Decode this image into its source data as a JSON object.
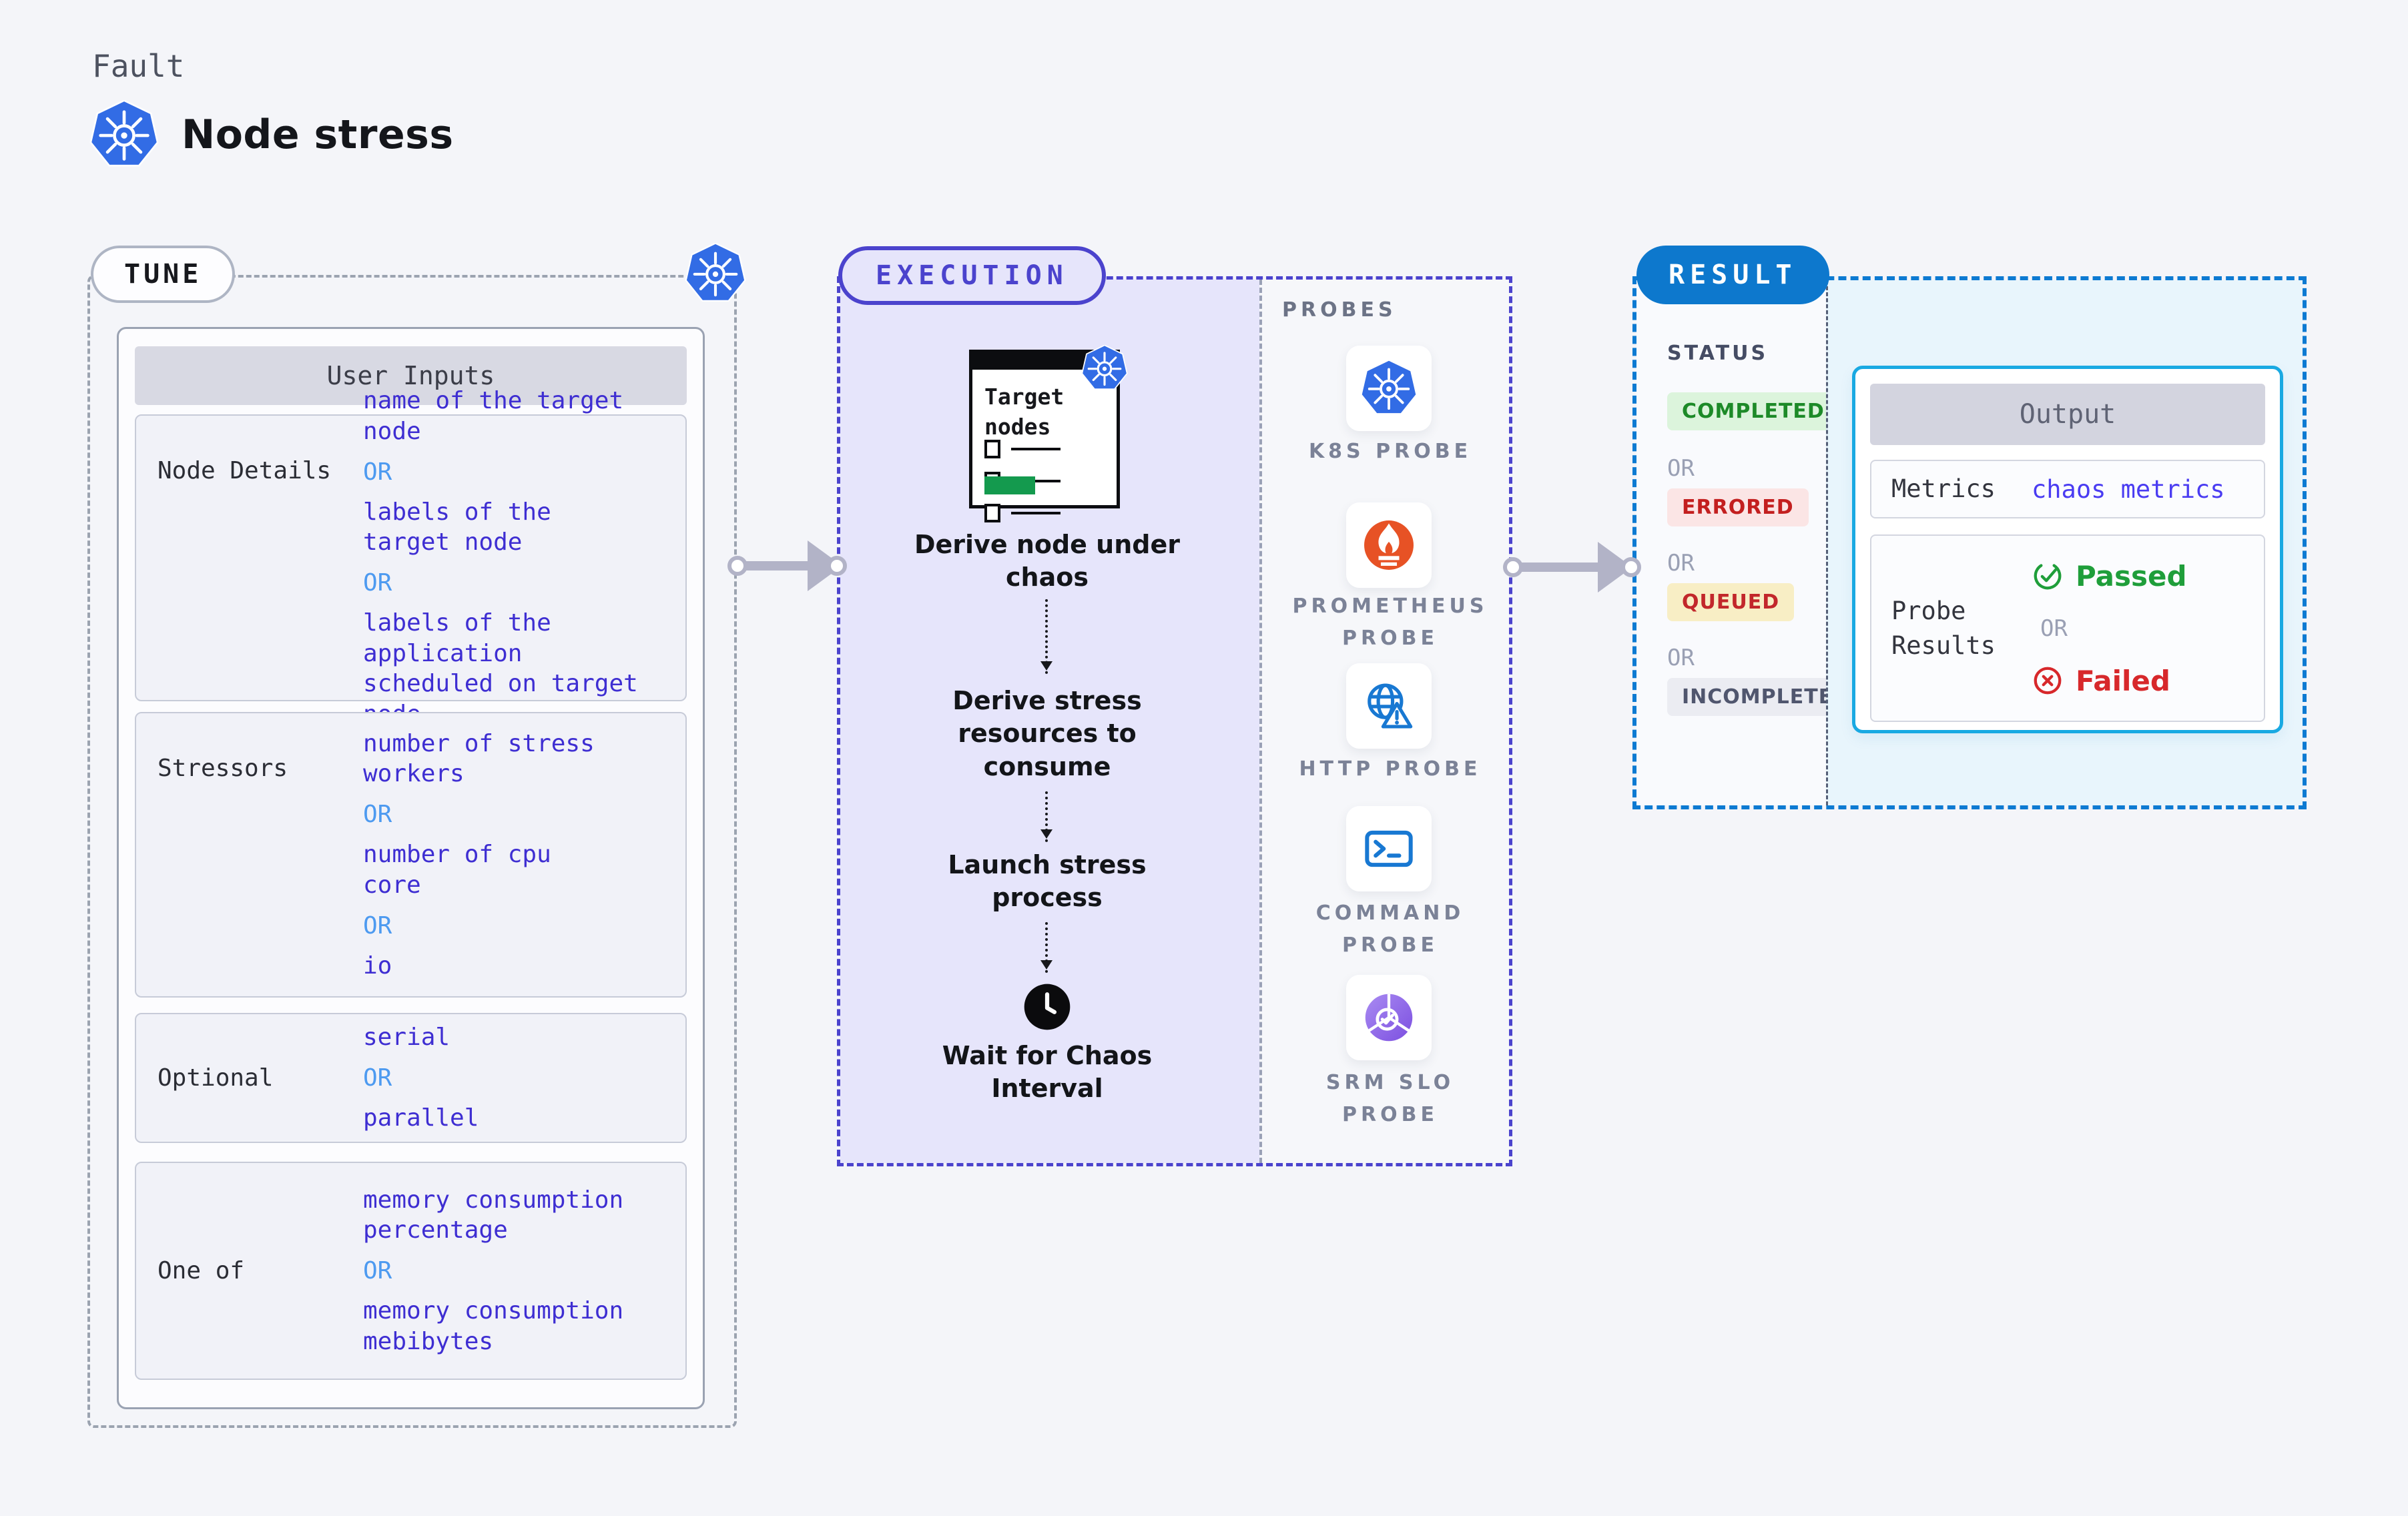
{
  "header": {
    "eyebrow": "Fault",
    "title": "Node stress"
  },
  "tune": {
    "badge": "TUNE",
    "panel_title": "User Inputs",
    "rows": [
      {
        "label": "Node Details",
        "values": [
          "name of the target\nnode",
          "OR",
          "labels of the\ntarget node",
          "OR",
          "labels of the application\nscheduled on target node"
        ]
      },
      {
        "label": "Stressors",
        "values": [
          "number of stress\nworkers",
          "OR",
          "number of cpu\ncore",
          "OR",
          "io"
        ]
      },
      {
        "label": "Optional",
        "values": [
          "serial",
          "OR",
          "parallel"
        ]
      },
      {
        "label": "One of",
        "values": [
          "memory consumption\npercentage",
          "OR",
          "memory consumption\nmebibytes"
        ]
      }
    ]
  },
  "execution": {
    "badge": "EXECUTION",
    "clipboard_title": "Target\nnodes",
    "steps": [
      "Derive node under\nchaos",
      "Derive stress\nresources to\nconsume",
      "Launch stress\nprocess",
      "Wait for Chaos\nInterval"
    ],
    "probes": {
      "title": "PROBES",
      "items": [
        {
          "label": "K8S PROBE",
          "icon": "kubernetes-icon"
        },
        {
          "label": "PROMETHEUS\nPROBE",
          "icon": "prometheus-icon"
        },
        {
          "label": "HTTP PROBE",
          "icon": "http-globe-warning-icon"
        },
        {
          "label": "COMMAND\nPROBE",
          "icon": "terminal-icon"
        },
        {
          "label": "SRM SLO\nPROBE",
          "icon": "srm-slo-pie-check-icon"
        }
      ]
    }
  },
  "result": {
    "badge": "RESULT",
    "status": {
      "title": "STATUS",
      "items": [
        {
          "label": "COMPLETED",
          "kind": "completed"
        },
        {
          "label": "OR",
          "kind": "or"
        },
        {
          "label": "ERRORED",
          "kind": "errored"
        },
        {
          "label": "OR",
          "kind": "or"
        },
        {
          "label": "QUEUED",
          "kind": "queued"
        },
        {
          "label": "OR",
          "kind": "or"
        },
        {
          "label": "INCOMPLETED",
          "kind": "incompleted"
        }
      ]
    },
    "output": {
      "title": "Output",
      "metrics_label": "Metrics",
      "metrics_value": "chaos metrics",
      "probe_results_label": "Probe\nResults",
      "passed_label": "Passed",
      "or_label": "OR",
      "failed_label": "Failed"
    }
  },
  "colors": {
    "kubernetes_blue": "#326ce5",
    "prometheus_orange": "#e75225",
    "probe_icon_blue": "#1878d2",
    "srm_purple": "#8b5cf6",
    "tune_dash": "#9ba3b0",
    "execution_accent": "#4b43cd",
    "execution_fill": "#e6e5fb",
    "result_accent": "#0d78cd",
    "result_fill": "#e8f5fc",
    "value_indigo": "#3e2ed2",
    "or_blue": "#4d9af0",
    "passed_green": "#1f9e3a",
    "failed_red": "#d7282b",
    "queued_yellow_bg": "#f8eec5",
    "completed_green_bg": "#dcf4dc",
    "errored_red_bg": "#fbe5e5",
    "progress_green": "#149a4e"
  }
}
